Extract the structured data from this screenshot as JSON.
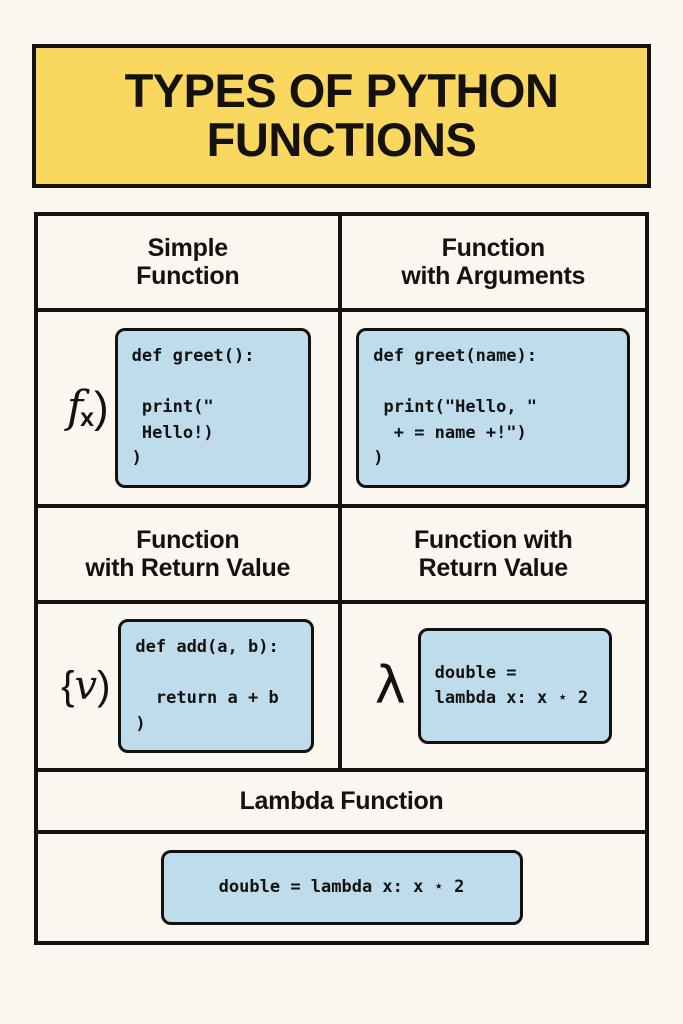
{
  "header": {
    "title": "Types of Python\nFunctions",
    "background_color": "#FAD75F",
    "text_color": "#14110F"
  },
  "theme": {
    "page_background": "#FAF7F0",
    "border_color": "#14110F",
    "code_background": "#BEDCEC",
    "accent_yellow": "#FAD75F"
  },
  "sections": [
    {
      "id": "simple-function",
      "title": "Simple\nFunction",
      "icon": "fx-paren-icon",
      "icon_text": "f x )",
      "code": "def greet():\n\n print(\"\n Hello!)\n)"
    },
    {
      "id": "function-with-arguments",
      "title": "Function\nwith Arguments",
      "icon": "none",
      "icon_text": "",
      "code": "def greet(name):\n\n print(\"Hello, \"\n  + = name +!\")\n)"
    },
    {
      "id": "function-with-return-value-left",
      "title": "Function\nwith Return Value",
      "icon": "brace-v-icon",
      "icon_text": "{ v )",
      "code": "def add(a, b):\n\n  return a + b\n)"
    },
    {
      "id": "function-with-return-value-right",
      "title": "Function with\nReturn Value",
      "icon": "lambda-icon",
      "icon_text": "λ",
      "code": "double =\nlambda x: x ⋆ 2"
    }
  ],
  "footer_section": {
    "id": "lambda-function",
    "title": "Lambda Function",
    "code": "double = lambda x: x ⋆ 2"
  }
}
